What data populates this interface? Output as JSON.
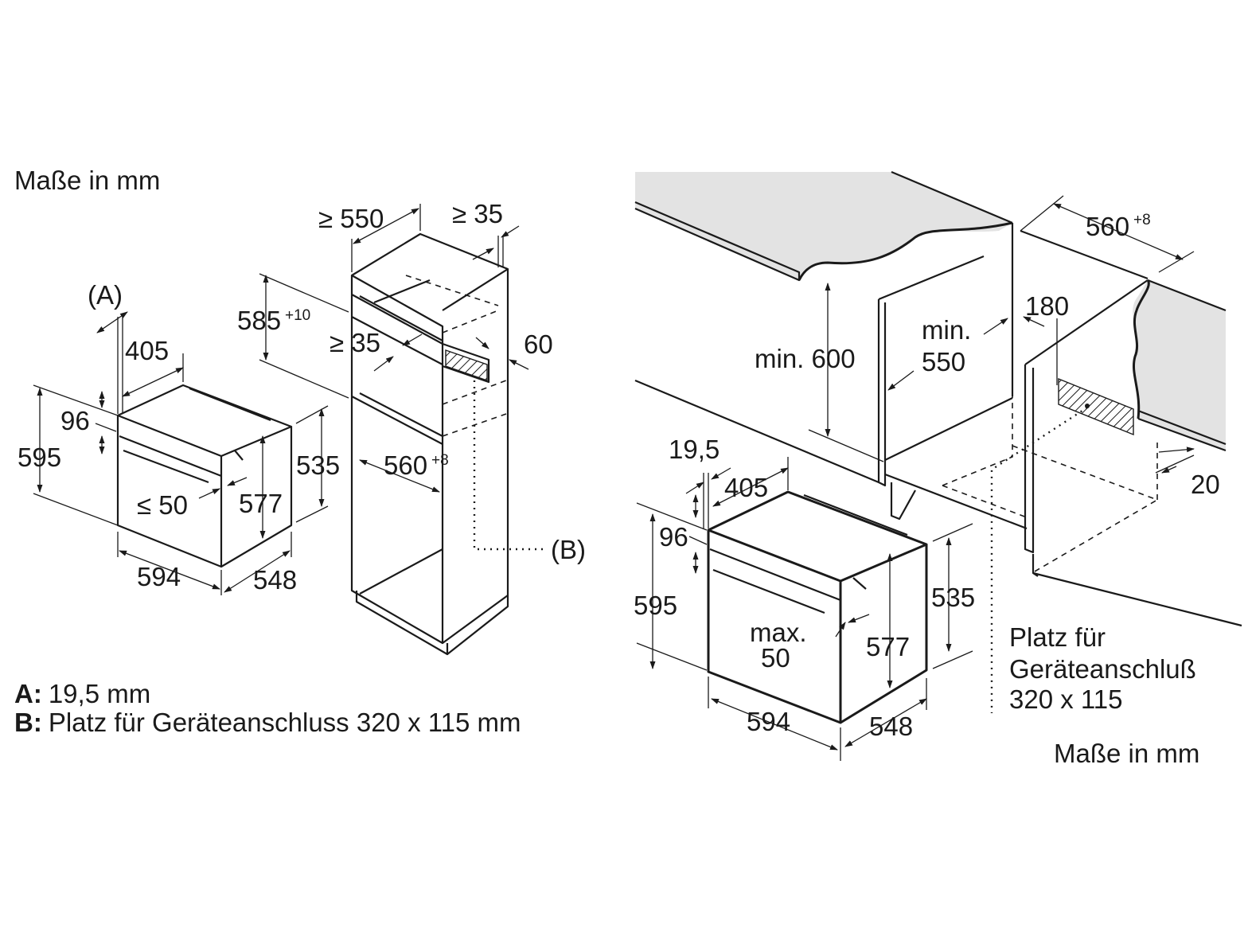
{
  "left": {
    "unit_note": "Maße in mm",
    "oven": {
      "d_a_mark": "(A)",
      "d_405": "405",
      "d_96": "96",
      "d_595": "595",
      "d_535": "535",
      "d_577": "577",
      "d_50": "≤ 50",
      "d_594": "594",
      "d_548": "548"
    },
    "cabinet": {
      "d_550": "≥ 550",
      "d_35_top": "≥ 35",
      "d_585": "585",
      "d_585_tol": "+10",
      "d_35_mid": "≥ 35",
      "d_60": "60",
      "d_560": "560",
      "d_560_tol": "+8",
      "b_mark": "(B)"
    },
    "legend": {
      "a_key": "A:",
      "a_text": "19,5 mm",
      "b_key": "B:",
      "b_text": "Platz für Geräteanschluss 320 x 115 mm"
    }
  },
  "right": {
    "unit_note": "Maße in mm",
    "niche": {
      "d_560": "560",
      "d_560_tol": "+8",
      "d_180": "180",
      "d_min_550_a": "min.",
      "d_min_550_b": "550",
      "d_min600": "min. 600",
      "d_20": "20"
    },
    "oven": {
      "d_195": "19,5",
      "d_405": "405",
      "d_96": "96",
      "d_595": "595",
      "d_535": "535",
      "d_577": "577",
      "d_max_a": "max.",
      "d_max_b": "50",
      "d_594": "594",
      "d_548": "548"
    },
    "connection_note": [
      "Platz für",
      "Geräteanschluß",
      "320 x 115"
    ]
  }
}
